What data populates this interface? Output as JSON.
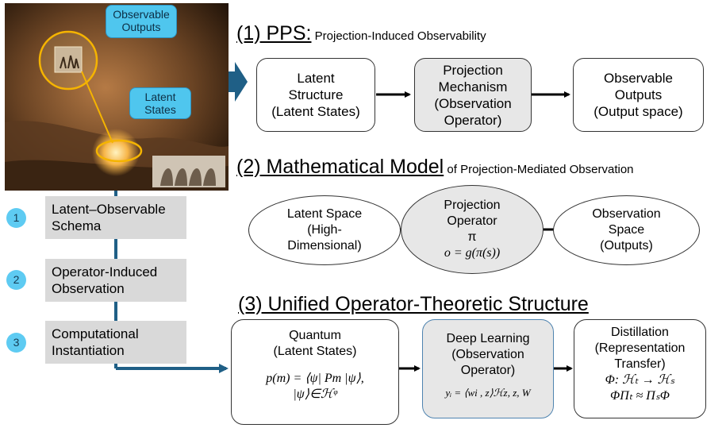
{
  "image_panel": {
    "callout_observable": [
      "Observable",
      "Outputs"
    ],
    "callout_latent": [
      "Latent",
      "States"
    ]
  },
  "steps": [
    {
      "number": "1",
      "label": [
        "Latent–Observable",
        "Schema"
      ]
    },
    {
      "number": "2",
      "label": [
        "Operator-Induced",
        "Observation"
      ]
    },
    {
      "number": "3",
      "label": [
        "Computational",
        "Instantiation"
      ]
    }
  ],
  "section1": {
    "title": "(1) PPS:",
    "subtitle": " Projection-Induced Observability",
    "boxes": [
      [
        "Latent",
        "Structure",
        "(Latent States)"
      ],
      [
        "Projection",
        "Mechanism",
        "(Observation",
        "Operator)"
      ],
      [
        "Observable",
        "Outputs",
        "(Output space)"
      ]
    ]
  },
  "section2": {
    "title": "(2) Mathematical Model",
    "subtitle": " of Projection-Mediated Observation",
    "left": [
      "Latent Space",
      "(High-",
      "Dimensional)"
    ],
    "middle": [
      "Projection",
      "Operator",
      "π"
    ],
    "middle_formula": "o = g(π(s))",
    "right": [
      "Observation",
      "Space",
      "(Outputs)"
    ]
  },
  "section3": {
    "title": "(3) Unified Operator-Theoretic Structure",
    "quantum": [
      "Quantum",
      "(Latent States)"
    ],
    "quantum_formula": [
      "p(m) = ⟨ψ| Pm |ψ⟩,",
      "|ψ⟩∈ℋᵠ"
    ],
    "deep": [
      "Deep Learning",
      "(Observation",
      "Operator)"
    ],
    "deep_formula": "yᵢ = ⟨wi , z⟩ℋᴢ, z, W",
    "distill": [
      "Distillation",
      "(Representation",
      "Transfer)"
    ],
    "distill_formula": [
      "Φ: ℋₜ → ℋₛ",
      "ΦΠₜ ≈ ΠₛΦ"
    ]
  },
  "colors": {
    "callout": "#4fc6ee",
    "connector": "#1f5f86",
    "step_box": "#d9d9d9",
    "shade": "#e7e7e7"
  }
}
